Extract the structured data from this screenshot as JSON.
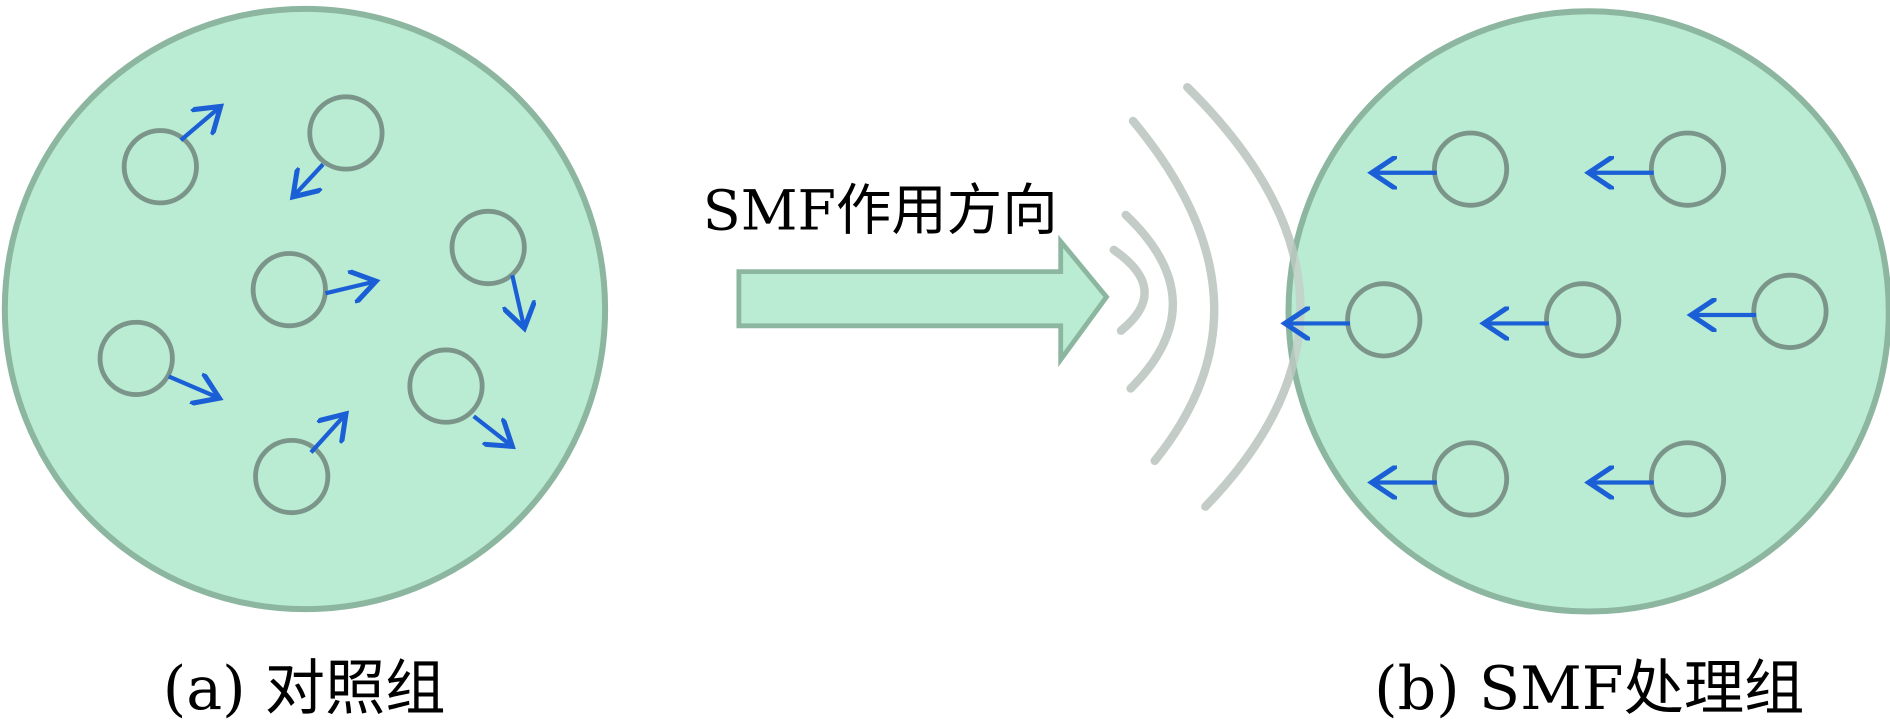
{
  "direction_label": "SMF作用方向",
  "panel_a": {
    "label": "(a) 对照组"
  },
  "panel_b": {
    "label": "(b) SMF处理组"
  },
  "colors": {
    "cell_fill": "#b9ecd2",
    "cell_stroke": "#8db6a0",
    "particle_stroke": "#7c958a",
    "arrow_blue": "#1b5fd6",
    "field_wave": "#c4ccc8"
  }
}
